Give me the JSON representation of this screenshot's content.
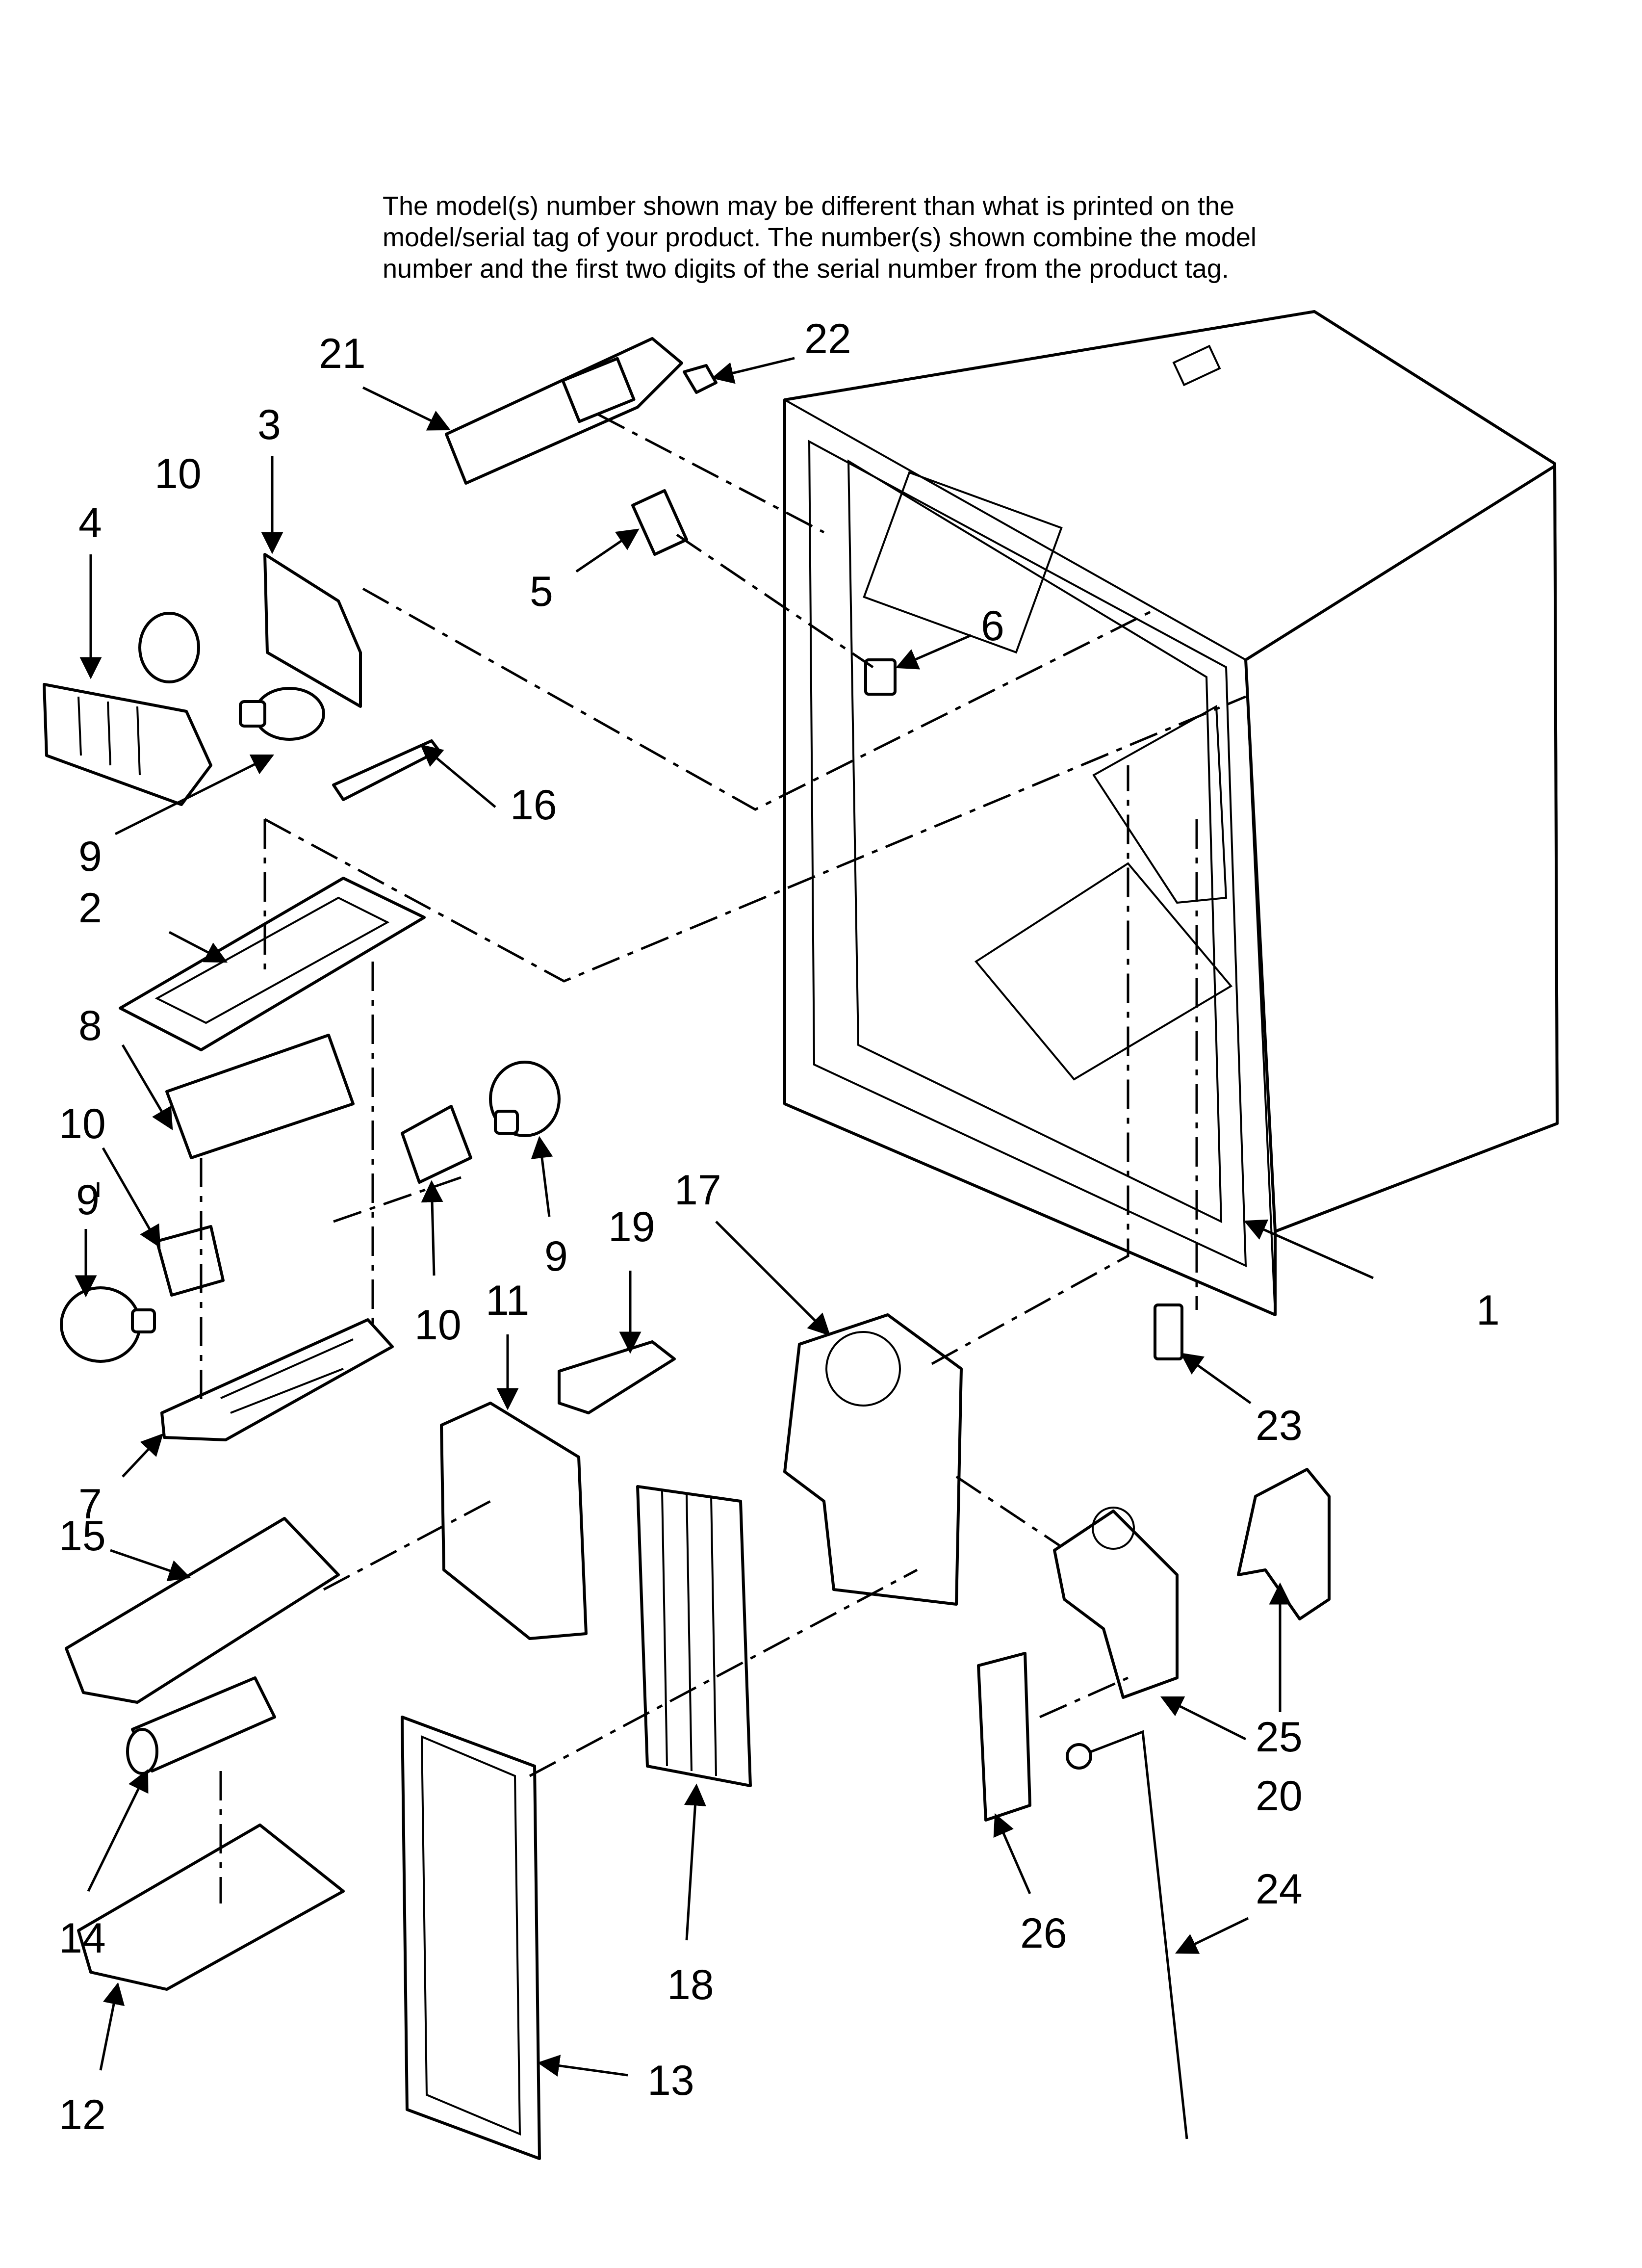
{
  "note_lines": [
    "The model(s) number shown may be different than what is printed on the",
    "model/serial tag of your product. The number(s) shown combine the model",
    "number and the first two digits of the serial number from the product tag."
  ],
  "callouts": {
    "c1": "1",
    "c2": "2",
    "c3": "3",
    "c4": "4",
    "c5": "5",
    "c6": "6",
    "c7": "7",
    "c8": "8",
    "c9a": "9",
    "c9b": "9",
    "c9c": "9",
    "c10a": "10",
    "c10b": "10",
    "c10c": "10",
    "c11": "11",
    "c12": "12",
    "c13": "13",
    "c14": "14",
    "c15": "15",
    "c16": "16",
    "c17": "17",
    "c18": "18",
    "c19": "19",
    "c20": "20",
    "c21": "21",
    "c22": "22",
    "c23": "23",
    "c24": "24",
    "c25": "25",
    "c26": "26"
  }
}
